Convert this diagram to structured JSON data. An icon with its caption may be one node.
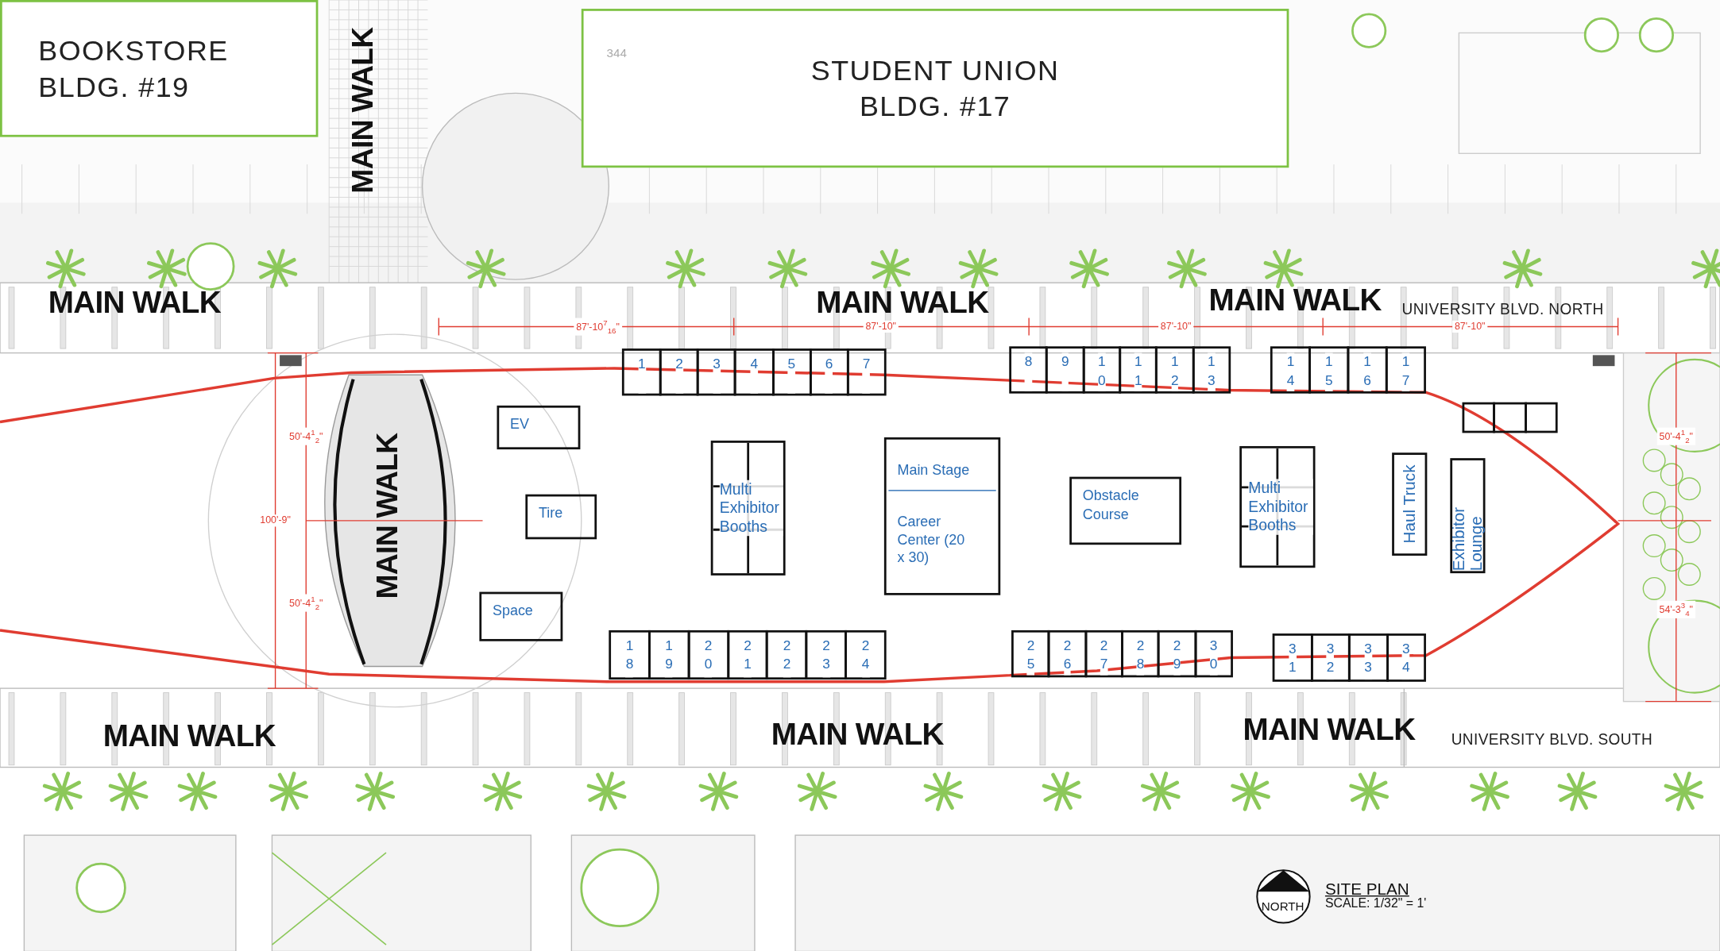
{
  "diagram": {
    "nodes": [
      {
        "text": [
          "BOOKSTORE BLDG. #19"
        ]
      },
      {
        "text": [
          "STUDENT UNION BLDG. #17"
        ]
      },
      {
        "text": [
          "1"
        ]
      },
      {
        "text": [
          "2"
        ]
      },
      {
        "text": [
          "3"
        ]
      },
      {
        "text": [
          "4"
        ]
      },
      {
        "text": [
          "5"
        ]
      },
      {
        "text": [
          "6"
        ]
      },
      {
        "text": [
          "7"
        ]
      },
      {
        "text": [
          "8"
        ]
      },
      {
        "text": [
          "9"
        ]
      },
      {
        "text": [
          "10"
        ]
      },
      {
        "text": [
          "11"
        ]
      },
      {
        "text": [
          "12"
        ]
      },
      {
        "text": [
          "13"
        ]
      },
      {
        "text": [
          "14"
        ]
      },
      {
        "text": [
          "15"
        ]
      },
      {
        "text": [
          "16"
        ]
      },
      {
        "text": [
          "17"
        ]
      },
      {
        "text": [],
        "shape": "box"
      },
      {
        "text": [],
        "shape": "box"
      },
      {
        "text": [],
        "shape": "box"
      },
      {
        "text": [
          "EV"
        ]
      },
      {
        "text": [
          "Multi Exhibitor Booths"
        ]
      },
      {
        "text": [
          "Main Stage",
          "Career Center (20 x 30)"
        ]
      },
      {
        "text": [
          "Obstacle Course"
        ]
      },
      {
        "text": [
          "Multi Exhibitor Booths"
        ]
      },
      {
        "text": [
          "Haul Truck"
        ]
      },
      {
        "text": [
          "Exhibitor Lounge"
        ]
      },
      {
        "text": [
          "Tire"
        ]
      },
      {
        "text": [
          "Space"
        ]
      },
      {
        "text": [
          "18"
        ]
      },
      {
        "text": [
          "19"
        ]
      },
      {
        "text": [
          "20"
        ]
      },
      {
        "text": [
          "21"
        ]
      },
      {
        "text": [
          "22"
        ]
      },
      {
        "text": [
          "23"
        ]
      },
      {
        "text": [
          "24"
        ]
      },
      {
        "text": [
          "25"
        ]
      },
      {
        "text": [
          "26"
        ]
      },
      {
        "text": [
          "27"
        ]
      },
      {
        "text": [
          "28"
        ]
      },
      {
        "text": [
          "29"
        ]
      },
      {
        "text": [
          "30"
        ]
      },
      {
        "text": [
          "31"
        ]
      },
      {
        "text": [
          "32"
        ]
      },
      {
        "text": [
          "33"
        ]
      },
      {
        "text": [
          "34"
        ]
      }
    ],
    "labels": [
      "MAIN WALK",
      "344",
      "MAIN WALK",
      "MAIN WALK",
      "MAIN WALK",
      "UNIVERSITY BLVD. NORTH",
      "87'-10$^{7}$$_{16}$\"",
      "87'-10\"",
      "87'-10\"",
      "87'-10\"",
      "50'-4$^{1}$$_{2}$\"",
      "100'-9\"",
      "MAIN WALK",
      "50'-4$^{1}$$_{2}$\"",
      "50'-4$^{1}$$_{2}$\"",
      "54'-3$^{3}$$_{4}$\"",
      "MAIN WALK",
      "MAIN WALK",
      "MAIN WALK",
      "UNIVERSITY BLVD. SOUTH",
      "NORTH",
      "SITE PLAN",
      "SCALE: 1/32\" = 1'"
    ]
  }
}
